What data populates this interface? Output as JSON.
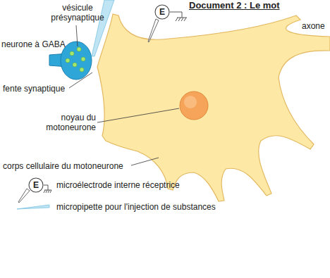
{
  "diagram": {
    "title": "Document 2 : Le mot",
    "nodes": [
      {
        "text": [
          "E"
        ]
      },
      {
        "text": [
          "E"
        ]
      }
    ],
    "labels": [
      "vésicule présynaptique",
      "neurone à GABA",
      "axone",
      "fente synaptique",
      "noyau du motoneurone",
      "corps cellulaire du motoneurone"
    ],
    "legend": [
      {
        "text": "microélectrode interne réceptrice"
      },
      {
        "text": "micropipette pour l'injection de substances"
      }
    ]
  }
}
